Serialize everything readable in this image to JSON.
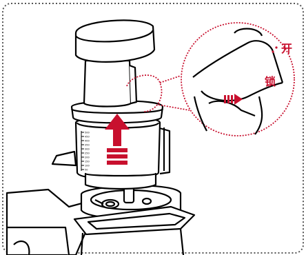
{
  "illustration": {
    "lock_labels": {
      "open": "开",
      "lock": "锁"
    },
    "colors": {
      "accent": "#c8102e",
      "outline": "#000000",
      "background": "#ffffff",
      "dotted_frame": "#555555"
    },
    "subject": "juicer-assembly-diagram",
    "icons": [
      "up-arrow-icon",
      "right-arrow-icon"
    ],
    "measuring_scale_marks": [
      "500",
      "450",
      "400",
      "350",
      "300",
      "250",
      "200",
      "150",
      "100",
      "50"
    ]
  }
}
